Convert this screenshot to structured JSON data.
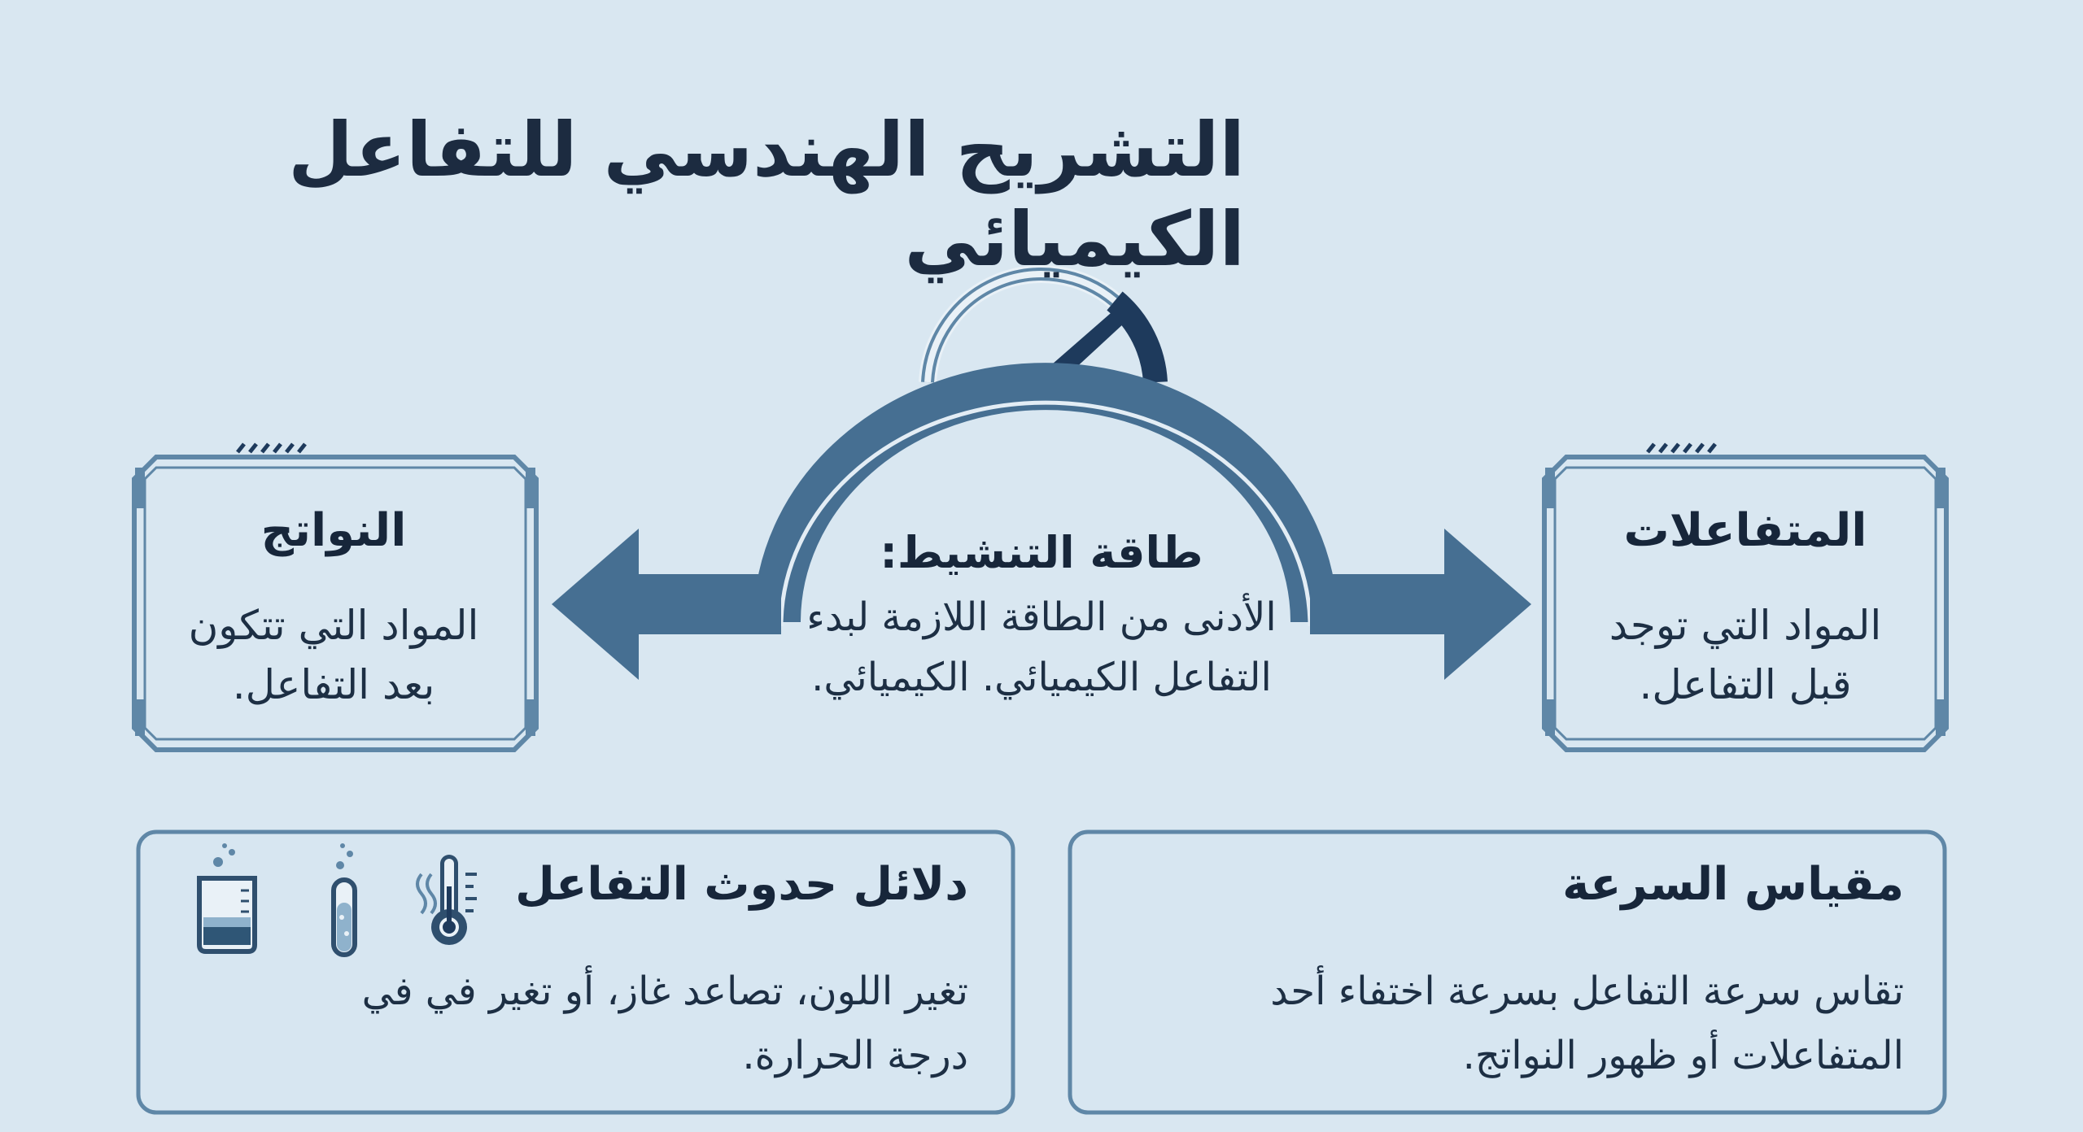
{
  "title": "التشريح الهندسي للتفاعل الكيميائي",
  "reactants": {
    "heading": "المتفاعلات",
    "text": "المواد التي توجد قبل التفاعل."
  },
  "products": {
    "heading": "النواتج",
    "text": "المواد التي تتكون بعد التفاعل."
  },
  "activation_energy": {
    "heading": "طاقة التنشيط:",
    "text": "الأدنى من الطاقة اللازمة لبدء التفاعل الكيميائي. الكيميائي."
  },
  "speed_measure": {
    "heading": "مقياس السرعة",
    "text": "تقاس سرعة التفاعل بسرعة اختفاء أحد المتفاعلات أو ظهور النواتج."
  },
  "reaction_evidence": {
    "heading": "دلائل حدوث التفاعل",
    "text": "تغير اللون، تصاعد غاز، أو تغير في في درجة الحرارة.",
    "icons": [
      "thermometer-icon",
      "test-tube-icon",
      "beaker-icon"
    ]
  },
  "colors": {
    "background": "#d9e7f1",
    "accent": "#466f92",
    "dark": "#1e3a5c",
    "frame": "#5f87a7"
  }
}
